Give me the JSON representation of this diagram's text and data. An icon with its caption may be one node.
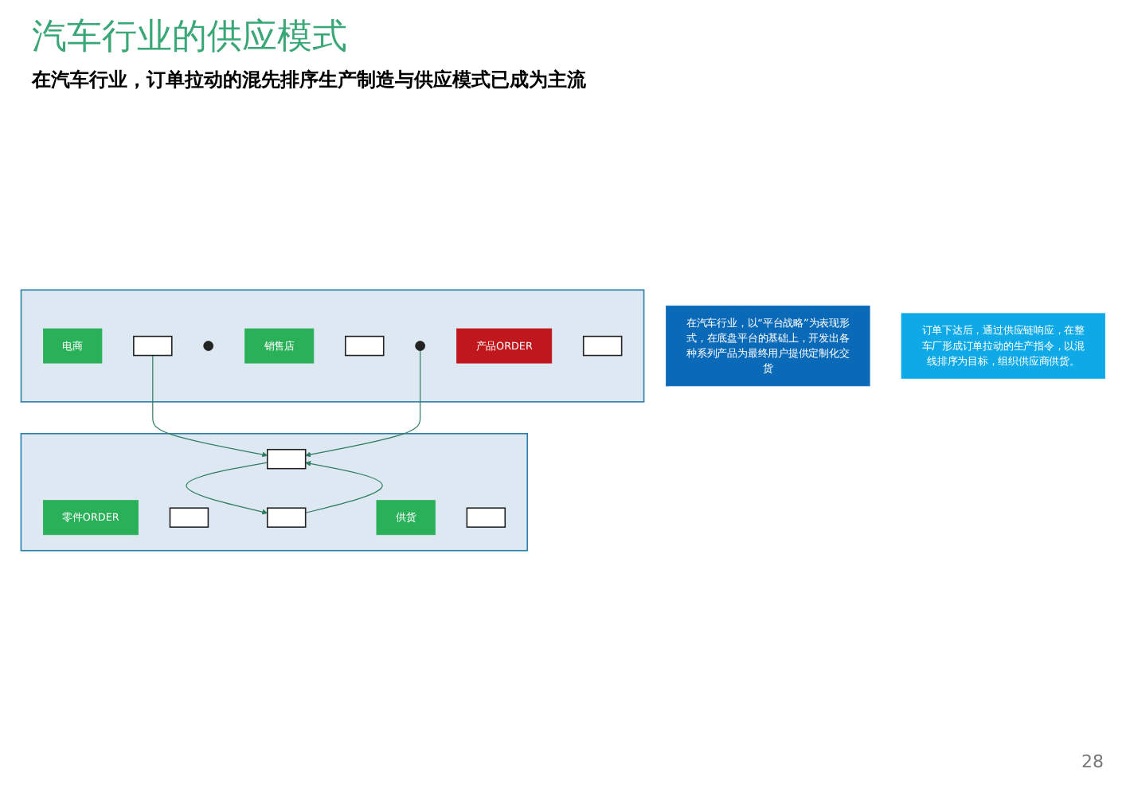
{
  "diagram": {
    "title": "汽车行业的供应模式",
    "nodes": [
      {
        "text": [],
        "shape": "box"
      },
      {
        "text": [
          "电商"
        ],
        "in": 0
      },
      {
        "text": [],
        "shape": "box",
        "in": 0
      },
      {
        "text": [],
        "shape": "person",
        "in": 0
      },
      {
        "text": [
          "销售店"
        ],
        "in": 0
      },
      {
        "text": [],
        "shape": "box",
        "in": 0
      },
      {
        "text": [],
        "shape": "person",
        "in": 0
      },
      {
        "text": [
          "产品ORDER"
        ],
        "in": 0
      },
      {
        "text": [],
        "shape": "box",
        "in": 0
      },
      {
        "text": [
          "在汽车行业，以“平台战略”为表现形式，在底盘平台的基础上，开发出各种系列产品为最终用户提供定制化交货"
        ]
      },
      {
        "text": [],
        "shape": "box"
      },
      {
        "text": [],
        "shape": "box",
        "in": 10
      },
      {
        "text": [
          "零件ORDER"
        ],
        "in": 10
      },
      {
        "text": [],
        "shape": "box",
        "in": 10
      },
      {
        "text": [],
        "shape": "box",
        "in": 10
      },
      {
        "text": [
          "供货"
        ],
        "in": 10
      },
      {
        "text": [],
        "shape": "box",
        "in": 10
      },
      {
        "text": [
          "订单下达后，通过供应链响应，在整车厂形成订单拉动的生产指令，以混线排序为目标，组织供应商供货。"
        ]
      }
    ],
    "edges": [
      {
        "from": 2,
        "to": 11,
        "arrow": "to"
      },
      {
        "from": 6,
        "to": 11,
        "arrow": "to"
      },
      {
        "from": 11,
        "to": 14,
        "arrow": "to"
      },
      {
        "from": 14,
        "to": 11,
        "arrow": "to"
      }
    ],
    "labels": [
      "在汽车行业，订单拉动的混先排序生产制造与供应模式已成为主流",
      "28"
    ]
  }
}
